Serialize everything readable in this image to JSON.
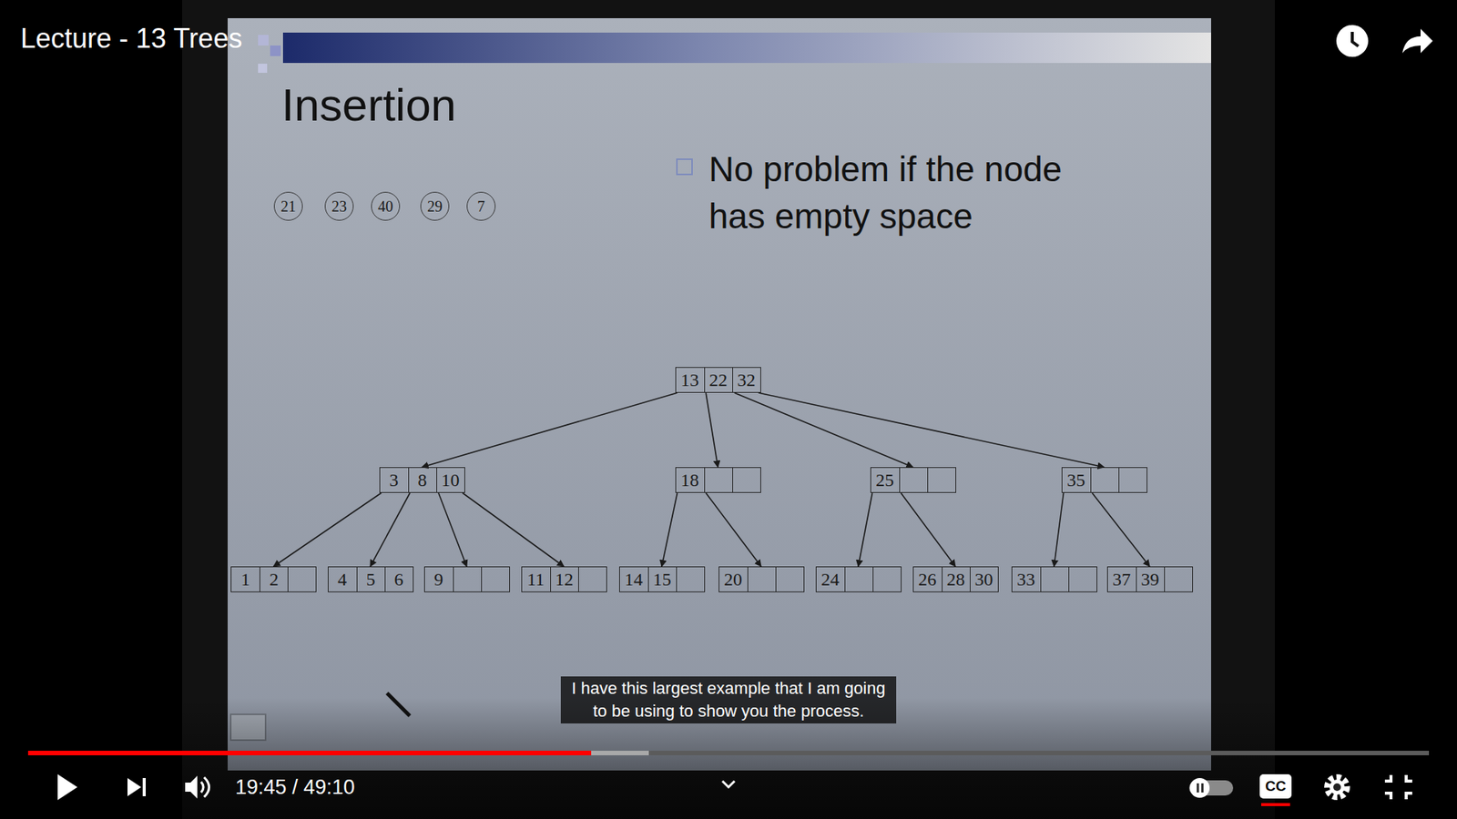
{
  "diagram": {
    "title": "Insertion",
    "caption": "I have this largest example that I am going to be using to show you the process.",
    "nodes": [
      {
        "text": [
          "21"
        ]
      },
      {
        "text": [
          "23"
        ]
      },
      {
        "text": [
          "40"
        ]
      },
      {
        "text": [
          "29"
        ]
      },
      {
        "text": [
          "7"
        ]
      },
      {
        "text": [
          "13",
          "22",
          "32"
        ]
      },
      {
        "text": [
          "3",
          "8",
          "10"
        ]
      },
      {
        "text": [
          "18"
        ]
      },
      {
        "text": [
          "25"
        ]
      },
      {
        "text": [
          "35"
        ]
      },
      {
        "text": [
          "1",
          "2"
        ]
      },
      {
        "text": [
          "4",
          "5",
          "6"
        ]
      },
      {
        "text": [
          "9"
        ]
      },
      {
        "text": [
          "11",
          "12"
        ]
      },
      {
        "text": [
          "14",
          "15"
        ]
      },
      {
        "text": [
          "20"
        ]
      },
      {
        "text": [
          "24"
        ]
      },
      {
        "text": [
          "26",
          "28",
          "30"
        ]
      },
      {
        "text": [
          "33"
        ]
      },
      {
        "text": [
          "37",
          "39"
        ]
      }
    ],
    "edges": [
      {
        "from": 5,
        "to": 6,
        "arrow": "to"
      },
      {
        "from": 5,
        "to": 7,
        "arrow": "to"
      },
      {
        "from": 5,
        "to": 8,
        "arrow": "to"
      },
      {
        "from": 5,
        "to": 9,
        "arrow": "to"
      },
      {
        "from": 6,
        "to": 10,
        "arrow": "to"
      },
      {
        "from": 6,
        "to": 11,
        "arrow": "to"
      },
      {
        "from": 6,
        "to": 12,
        "arrow": "to"
      },
      {
        "from": 6,
        "to": 13,
        "arrow": "to"
      },
      {
        "from": 7,
        "to": 14,
        "arrow": "to"
      },
      {
        "from": 7,
        "to": 15,
        "arrow": "to"
      },
      {
        "from": 8,
        "to": 16,
        "arrow": "to"
      },
      {
        "from": 8,
        "to": 17,
        "arrow": "to"
      },
      {
        "from": 9,
        "to": 18,
        "arrow": "to"
      },
      {
        "from": 9,
        "to": 19,
        "arrow": "to"
      }
    ],
    "labels": [
      "Lecture - 13 Trees",
      "No problem if the node has empty space",
      "19:45 / 49:10",
      "CC"
    ]
  }
}
